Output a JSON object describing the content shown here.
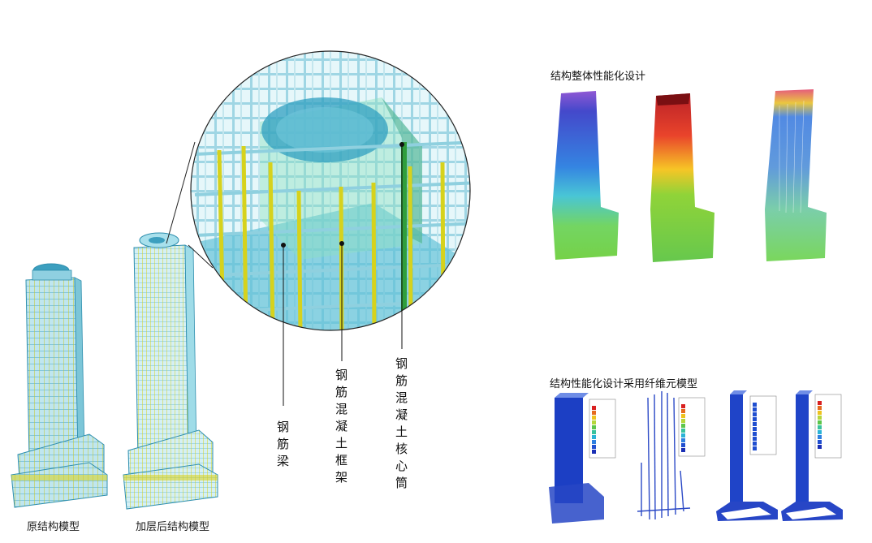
{
  "models": {
    "original_caption": "原结构模型",
    "added_floors_caption": "加层后结构模型"
  },
  "detail": {
    "labels": {
      "beam": "钢筋梁",
      "frame": "钢筋混凝土框架",
      "core": "钢筋混凝土核心筒"
    }
  },
  "performance_design": {
    "title": "结构整体性能化设计"
  },
  "fiber_model": {
    "title": "结构性能化设计采用纤维元模型"
  },
  "colors": {
    "frame_blue": "#7ecbe0",
    "column_yellow": "#d8d21c",
    "core_teal": "#41a7b3",
    "stress_blue": "#1a3fc0",
    "stress_red": "#d9221d",
    "stress_green": "#66c43a"
  }
}
